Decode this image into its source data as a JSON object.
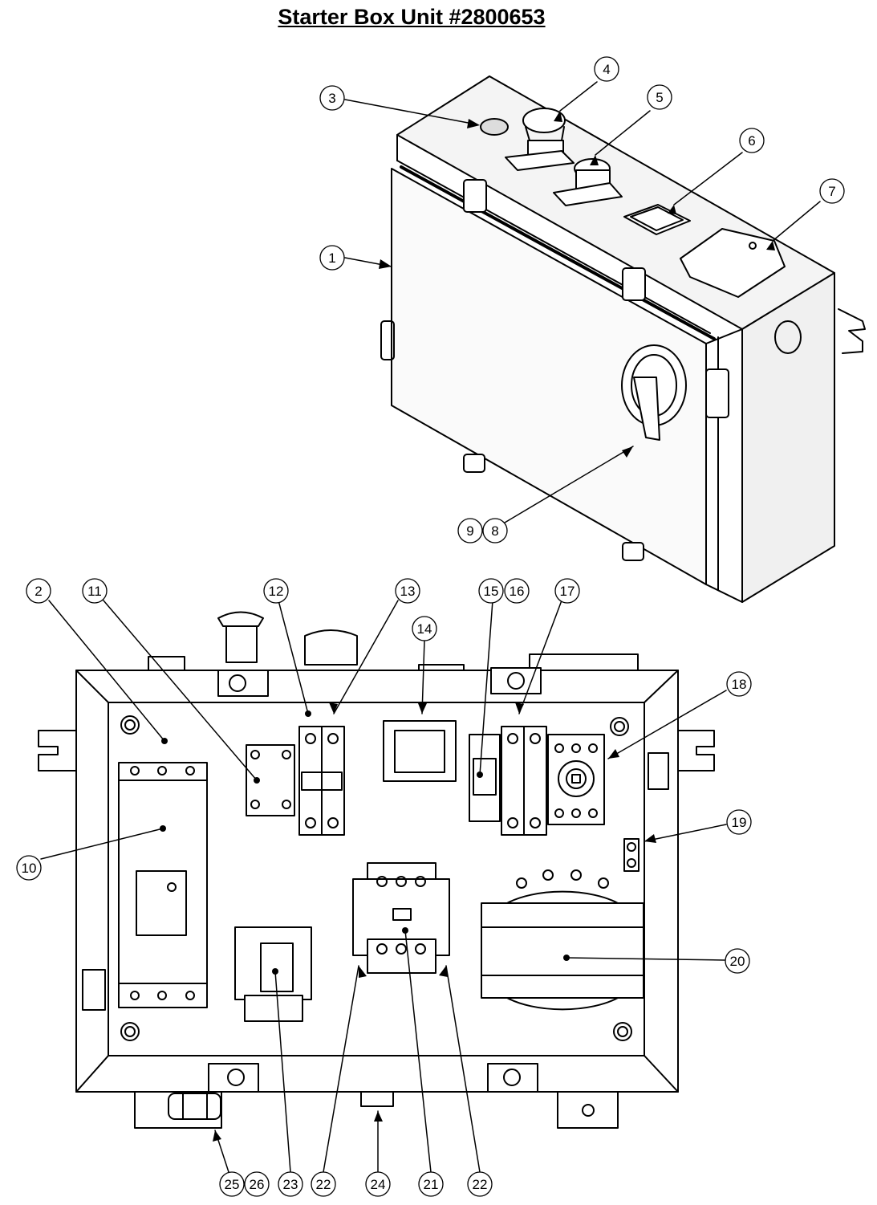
{
  "title": "Starter Box Unit #2800653",
  "callouts": [
    "1",
    "2",
    "3",
    "4",
    "5",
    "6",
    "7",
    "8",
    "9",
    "10",
    "11",
    "12",
    "13",
    "14",
    "15",
    "16",
    "17",
    "18",
    "19",
    "20",
    "21",
    "22",
    "22",
    "23",
    "24",
    "25",
    "26"
  ]
}
